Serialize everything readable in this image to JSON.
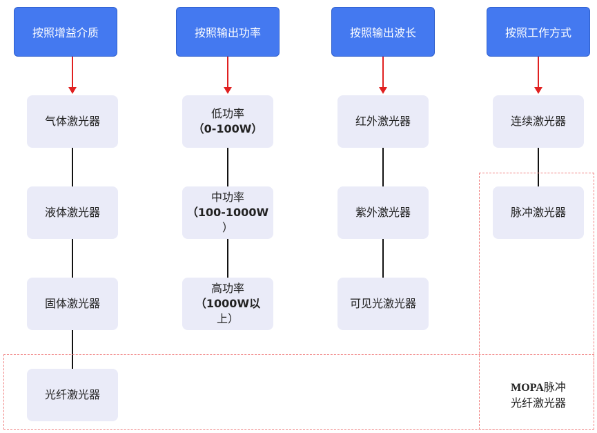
{
  "categories": [
    {
      "header": "按照增益介质",
      "nodes": [
        {
          "line1": "气体激光器"
        },
        {
          "line1": "液体激光器"
        },
        {
          "line1": "固体激光器"
        },
        {
          "line1": "光纤激光器"
        }
      ]
    },
    {
      "header": "按照输出功率",
      "nodes": [
        {
          "line1": "低功率",
          "line2": "（0-100W）"
        },
        {
          "line1": "中功率",
          "line2": "（100-1000W",
          "line3": "）"
        },
        {
          "line1": "高功率",
          "line2": "（1000W以",
          "line3": "上）"
        }
      ]
    },
    {
      "header": "按照输出波长",
      "nodes": [
        {
          "line1": "红外激光器"
        },
        {
          "line1": "紫外激光器"
        },
        {
          "line1": "可见光激光器"
        }
      ]
    },
    {
      "header": "按照工作方式",
      "nodes": [
        {
          "line1": "连续激光器"
        },
        {
          "line1": "脉冲激光器"
        }
      ]
    }
  ],
  "mopa": {
    "prefix": "MOPA",
    "suffix": "脉冲",
    "line2": "光纤激光器"
  }
}
